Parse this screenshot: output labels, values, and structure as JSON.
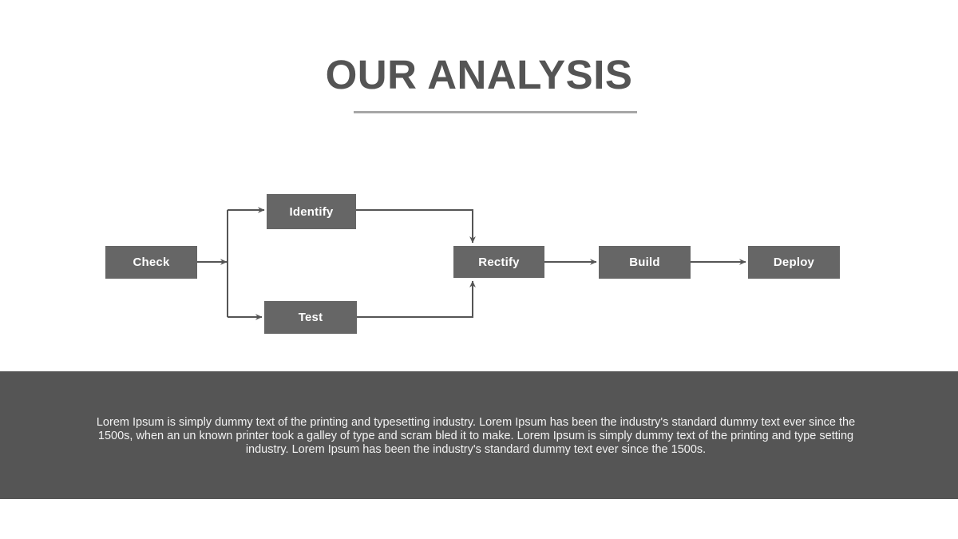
{
  "slide": {
    "title": "OUR ANALYSIS",
    "background_color": "#ffffff",
    "title_color": "#545454",
    "rule_color": "#a6a6a6",
    "node_color": "#666666",
    "connector_color": "#555555",
    "footer_band_color": "#555555",
    "footer_text_color": "#f2f2f2"
  },
  "flow": {
    "nodes": [
      {
        "id": "check",
        "label": "Check"
      },
      {
        "id": "identify",
        "label": "Identify"
      },
      {
        "id": "test",
        "label": "Test"
      },
      {
        "id": "rectify",
        "label": "Rectify"
      },
      {
        "id": "build",
        "label": "Build"
      },
      {
        "id": "deploy",
        "label": "Deploy"
      }
    ],
    "edges": [
      {
        "from": "check",
        "to": "identify"
      },
      {
        "from": "check",
        "to": "test"
      },
      {
        "from": "identify",
        "to": "rectify"
      },
      {
        "from": "test",
        "to": "rectify"
      },
      {
        "from": "rectify",
        "to": "build"
      },
      {
        "from": "build",
        "to": "deploy"
      }
    ]
  },
  "footer": {
    "body": "Lorem Ipsum is simply dummy text of the printing and typesetting industry. Lorem Ipsum has been the industry's standard dummy text ever since the 1500s, when an un known printer took a galley of type and scram bled it to make. Lorem Ipsum is simply dummy text of the printing and type setting industry. Lorem Ipsum has been the industry's standard dummy text ever since the 1500s."
  }
}
